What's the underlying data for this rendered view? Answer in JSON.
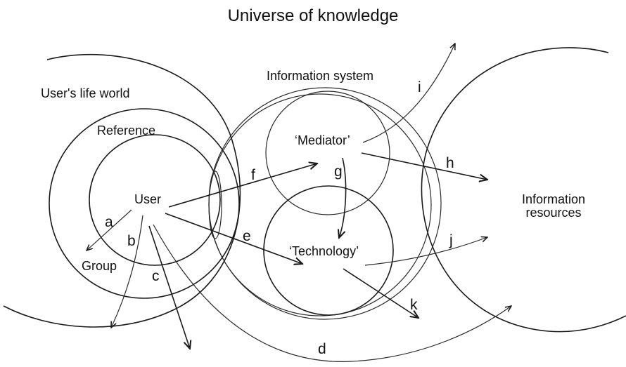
{
  "title": "Universe of knowledge",
  "regions": {
    "life_world": "User's life world",
    "reference": "Reference",
    "group": "Group",
    "information_system": "Information system",
    "information_resources_line1": "Information",
    "information_resources_line2": "resources"
  },
  "nodes": {
    "user": "User",
    "mediator": "‘Mediator’",
    "technology": "‘Technology’"
  },
  "arrows": [
    {
      "id": "a",
      "label": "a",
      "from": "User",
      "to": "Group"
    },
    {
      "id": "b",
      "label": "b",
      "from": "User",
      "to": "User's life world (outside)"
    },
    {
      "id": "c",
      "label": "c",
      "from": "User",
      "to": "Universe of knowledge (outside)"
    },
    {
      "id": "d",
      "label": "d",
      "from": "User",
      "to": "Information resources"
    },
    {
      "id": "e",
      "label": "e",
      "from": "User",
      "to": "'Technology'"
    },
    {
      "id": "f",
      "label": "f",
      "from": "User",
      "to": "'Mediator'"
    },
    {
      "id": "g",
      "label": "g",
      "from": "'Mediator'",
      "to": "'Technology'"
    },
    {
      "id": "h",
      "label": "h",
      "from": "'Mediator'",
      "to": "Information resources"
    },
    {
      "id": "i",
      "label": "i",
      "from": "'Mediator'",
      "to": "Universe of knowledge (outside)"
    },
    {
      "id": "j",
      "label": "j",
      "from": "'Technology'",
      "to": "Information resources"
    },
    {
      "id": "k",
      "label": "k",
      "from": "'Technology'",
      "to": "Information system (outside)"
    }
  ]
}
